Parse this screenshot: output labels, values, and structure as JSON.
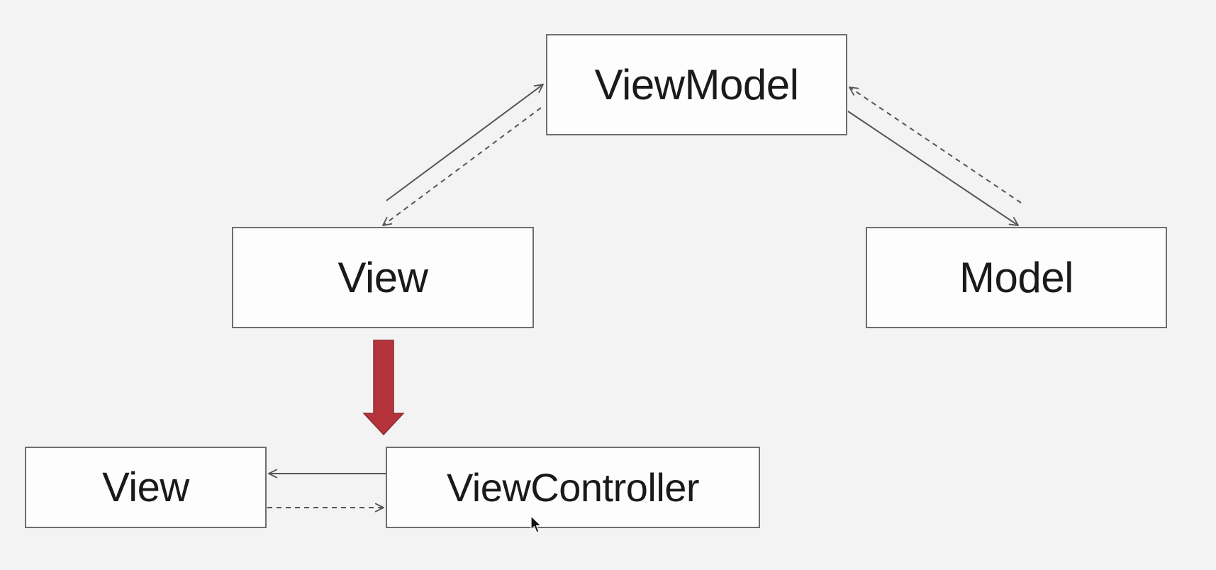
{
  "diagram": {
    "nodes": {
      "viewmodel": "ViewModel",
      "view_top": "View",
      "model": "Model",
      "view_bottom": "View",
      "viewcontroller": "ViewController"
    },
    "edges": [
      {
        "from": "View",
        "to": "ViewModel",
        "style": "solid"
      },
      {
        "from": "ViewModel",
        "to": "View",
        "style": "dashed"
      },
      {
        "from": "ViewModel",
        "to": "Model",
        "style": "solid"
      },
      {
        "from": "Model",
        "to": "ViewModel",
        "style": "dashed"
      },
      {
        "from": "ViewController",
        "to": "View",
        "style": "solid"
      },
      {
        "from": "View",
        "to": "ViewController",
        "style": "dashed"
      },
      {
        "from": "View",
        "to": "ViewController",
        "style": "transformation-arrow"
      }
    ],
    "colors": {
      "line": "#555555",
      "box_border": "#6e6e6e",
      "transform_arrow": "#b5343c",
      "background": "#f3f3f3"
    }
  }
}
